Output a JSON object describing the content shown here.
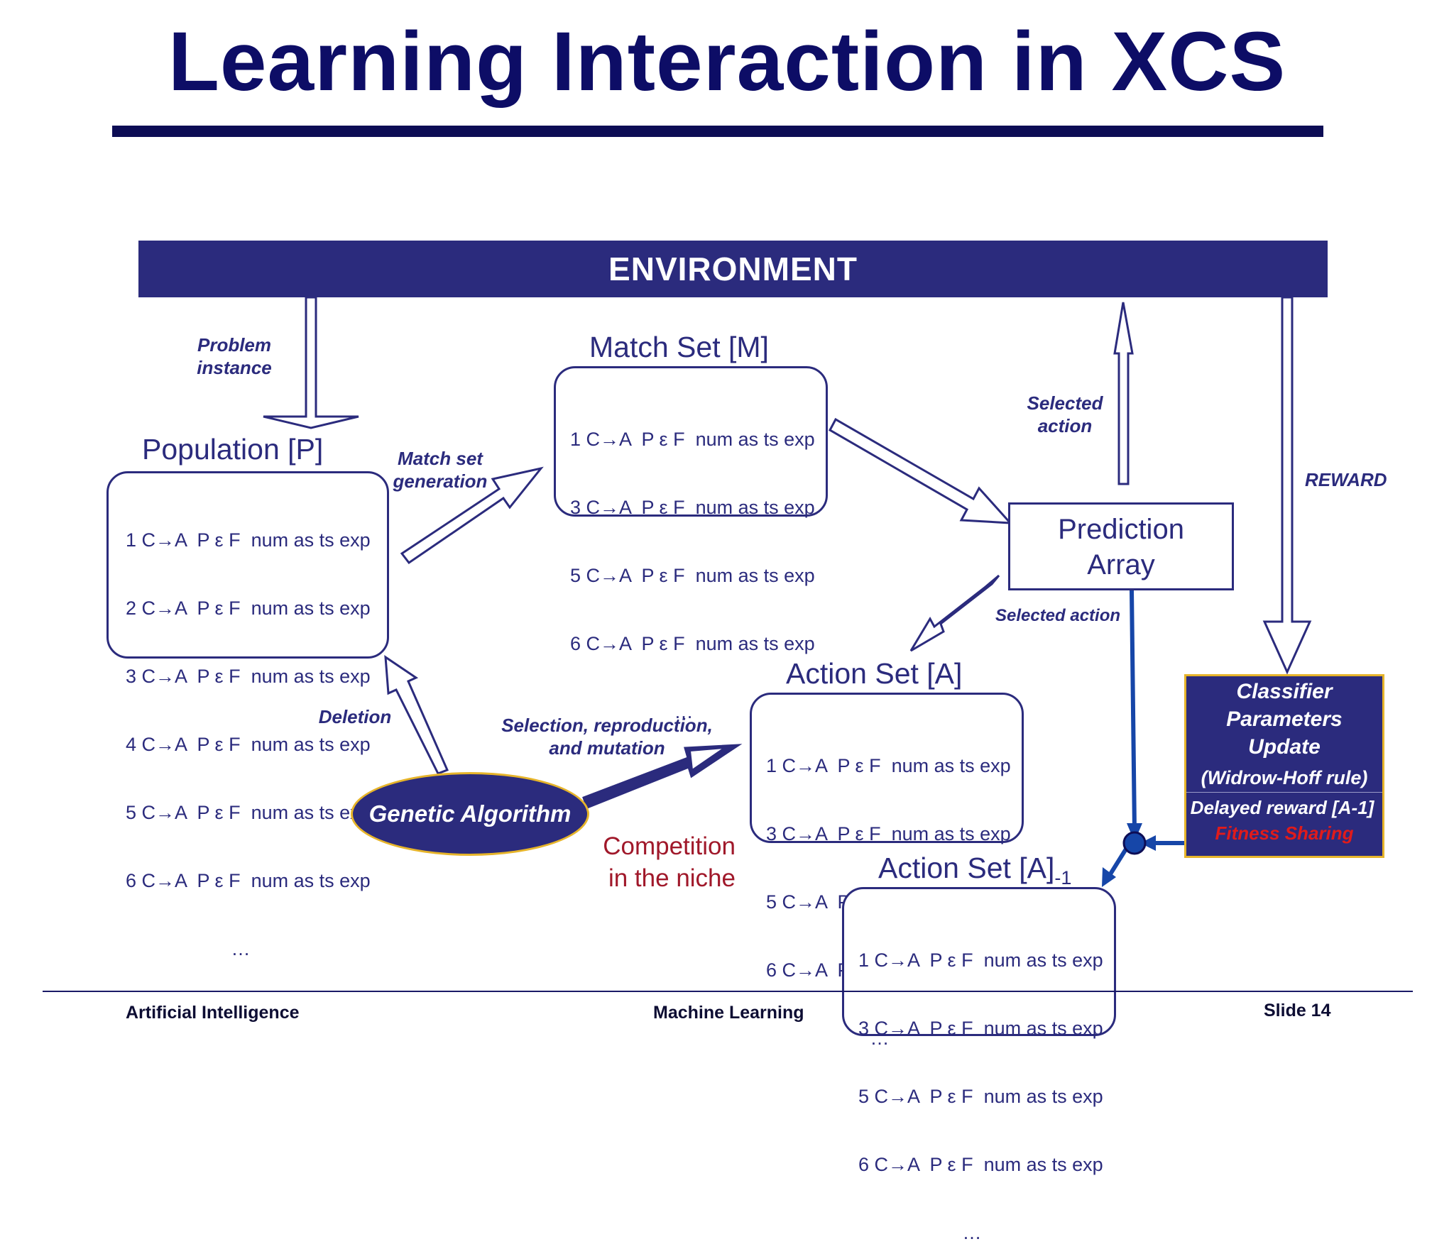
{
  "title": "Learning Interaction in XCS",
  "environment": "ENVIRONMENT",
  "labels": {
    "problem_instance": [
      "Problem",
      "instance"
    ],
    "match_set_generation": [
      "Match set",
      "generation"
    ],
    "selected_action_top": [
      "Selected",
      "action"
    ],
    "reward": "REWARD",
    "selected_action": "Selected action",
    "deletion": "Deletion",
    "selection_reproduction": [
      "Selection, reproduction,",
      "and mutation"
    ],
    "competition": [
      "Competition",
      "in the niche"
    ]
  },
  "population": {
    "heading": "Population [P]",
    "rows": [
      "1 C→A  P ε F  num as ts exp",
      "2 C→A  P ε F  num as ts exp",
      "3 C→A  P ε F  num as ts exp",
      "4 C→A  P ε F  num as ts exp",
      "5 C→A  P ε F  num as ts exp",
      "6 C→A  P ε F  num as ts exp"
    ],
    "ellipsis": "…"
  },
  "match_set": {
    "heading": "Match Set [M]",
    "rows": [
      "1 C→A  P ε F  num as ts exp",
      "3 C→A  P ε F  num as ts exp",
      "5 C→A  P ε F  num as ts exp",
      "6 C→A  P ε F  num as ts exp"
    ],
    "ellipsis": "…"
  },
  "action_set": {
    "heading": "Action Set [A]",
    "rows": [
      "1 C→A  P ε F  num as ts exp",
      "3 C→A  P ε F  num as ts exp",
      "5 C→A  P ε F  num as ts exp",
      "6 C→A  P ε F  num as ts exp"
    ],
    "ellipsis": "…"
  },
  "prev_action_set": {
    "heading": "Action Set [A]",
    "subscript": "-1",
    "rows": [
      "1 C→A  P ε F  num as ts exp",
      "3 C→A  P ε F  num as ts exp",
      "5 C→A  P ε F  num as ts exp",
      "6 C→A  P ε F  num as ts exp"
    ],
    "ellipsis": "…"
  },
  "prediction_array": [
    "Prediction",
    "Array"
  ],
  "genetic_algorithm": "Genetic Algorithm",
  "classifier_update": {
    "title": [
      "Classifier",
      "Parameters",
      "Update"
    ],
    "rule": "(Widrow-Hoff rule)",
    "delayed": "Delayed reward [A-1]",
    "fitness": "Fitness Sharing"
  },
  "footer": {
    "left": "Artificial Intelligence",
    "center": "Machine Learning",
    "right": "Slide 14"
  },
  "colors": {
    "navy": "#2b2b7d",
    "title": "#0d0d66",
    "gold_border": "#e6b42a",
    "competition": "#a0182a",
    "fitness": "#e01b1b",
    "blue_connector": "#1646a8"
  }
}
